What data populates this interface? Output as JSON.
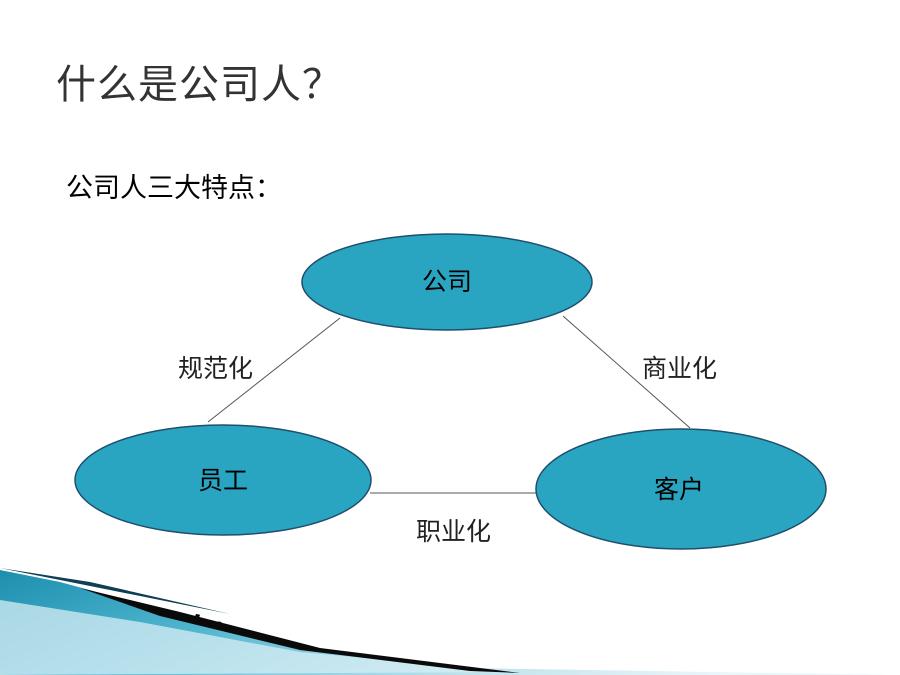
{
  "slide": {
    "title": "什么是公司人？",
    "subtitle": "公司人三大特点：",
    "conclusion": "结论："
  },
  "diagram": {
    "nodes": {
      "company": "公司",
      "employee": "员工",
      "customer": "客户"
    },
    "edges": {
      "company_employee": "规范化",
      "company_customer": "商业化",
      "employee_customer": "职业化"
    }
  },
  "colors": {
    "node_fill": "#2aa5c1",
    "node_stroke": "#1f4f6e",
    "edge": "#555555"
  }
}
